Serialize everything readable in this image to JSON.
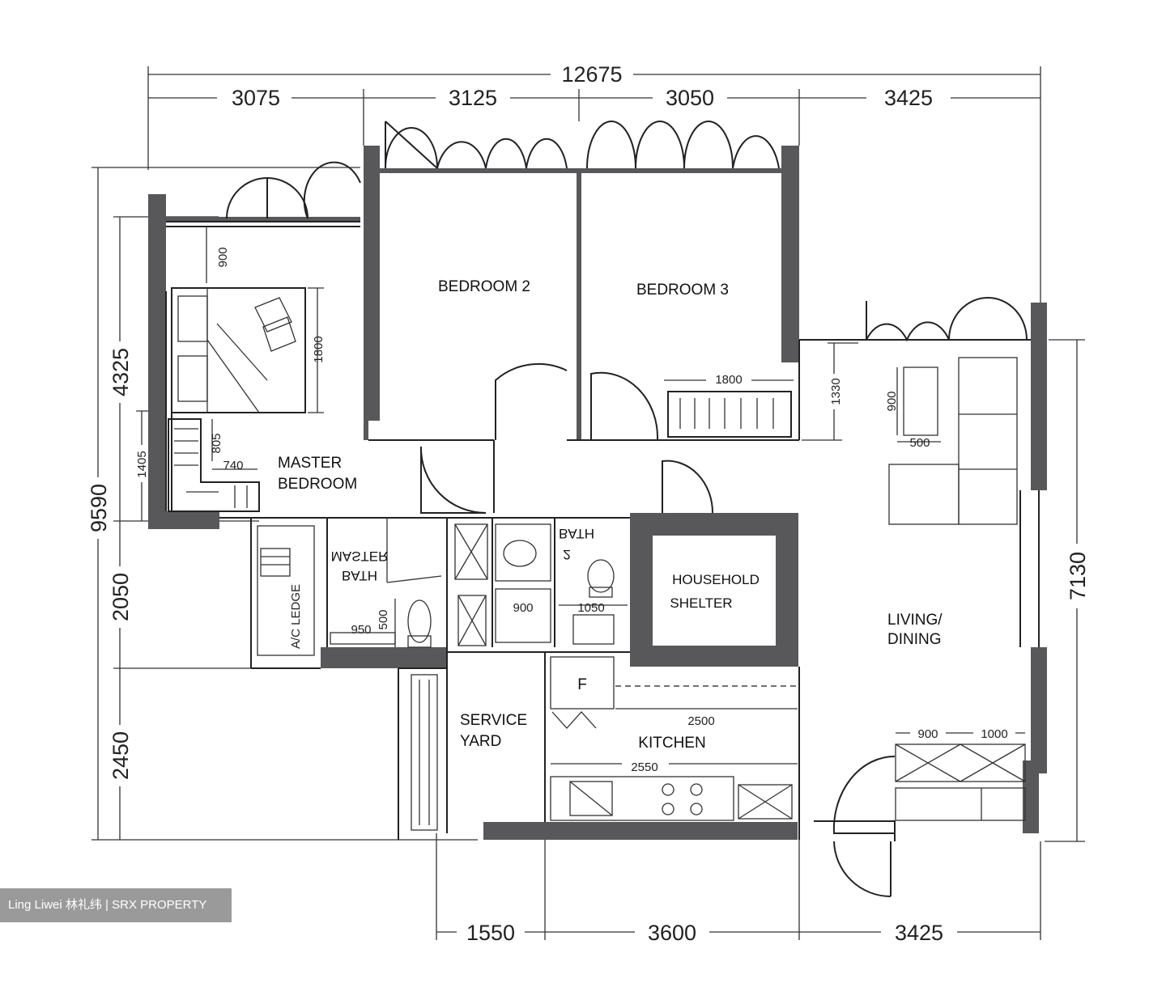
{
  "dimensions": {
    "top_total": "12675",
    "top": [
      "3075",
      "3125",
      "3050",
      "3425"
    ],
    "bottom": [
      "1550",
      "3600",
      "3425"
    ],
    "left_total": "9590",
    "left": [
      "4325",
      "1405",
      "2050",
      "2450"
    ],
    "right": "7130",
    "right_inner": "1330"
  },
  "furniture": {
    "bed_clear": "900",
    "bed_length": "1800",
    "wardrobe_depth": "805",
    "wardrobe_width": "740",
    "bed3_wardrobe": "1800",
    "bath_900": "900",
    "bath_1050": "1050",
    "bath_950": "950",
    "bath_500": "500",
    "kitchen_counter_top": "2500",
    "kitchen_counter_bottom": "2550",
    "table_len": "900",
    "table_width": "500",
    "shoe_900": "900",
    "shoe_1000": "1000",
    "fridge": "F"
  },
  "rooms": {
    "bedroom2": "BEDROOM 2",
    "bedroom3": "BEDROOM 3",
    "master_l1": "MASTER",
    "master_l2": "BEDROOM",
    "living_l1": "LIVING/",
    "living_l2": "DINING",
    "service_l1": "SERVICE",
    "service_l2": "YARD",
    "kitchen": "KITCHEN",
    "shelter_l1": "HOUSEHOLD",
    "shelter_l2": "SHELTER",
    "ac_ledge": "A/C LEDGE",
    "master_bath_l1": "MASTER",
    "master_bath_l2": "BATH",
    "bath_l1": "BATH",
    "bath_l2": "2"
  },
  "watermark": "Ling Liwei 林礼纬 | SRX PROPERTY"
}
